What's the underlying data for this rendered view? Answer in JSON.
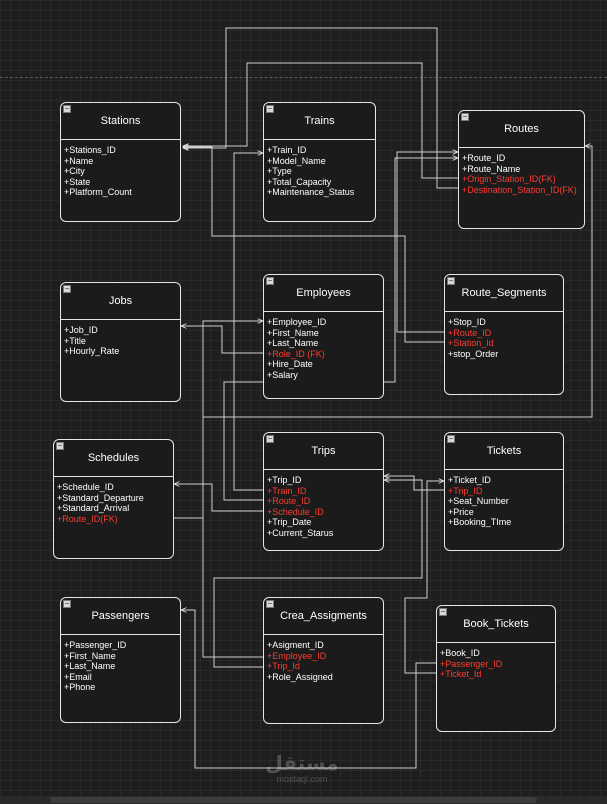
{
  "diagram": {
    "entities": {
      "stations": {
        "title": "Stations",
        "attributes": [
          {
            "text": "+Stations_ID",
            "fk": false
          },
          {
            "text": "+Name",
            "fk": false
          },
          {
            "text": "+City",
            "fk": false
          },
          {
            "text": "+State",
            "fk": false
          },
          {
            "text": "+Platform_Count",
            "fk": false
          }
        ]
      },
      "trains": {
        "title": "Trains",
        "attributes": [
          {
            "text": "+Train_ID",
            "fk": false
          },
          {
            "text": "+Model_Name",
            "fk": false
          },
          {
            "text": "+Type",
            "fk": false
          },
          {
            "text": "+Total_Capacity",
            "fk": false
          },
          {
            "text": "+Maintenance_Status",
            "fk": false
          }
        ]
      },
      "routes": {
        "title": "Routes",
        "attributes": [
          {
            "text": "+Route_ID",
            "fk": false
          },
          {
            "text": "+Route_Name",
            "fk": false
          },
          {
            "text": "+Origin_Station_ID(FK)",
            "fk": true
          },
          {
            "text": "+Destination_Station_ID(FK)",
            "fk": true
          }
        ]
      },
      "jobs": {
        "title": "Jobs",
        "attributes": [
          {
            "text": "+Job_ID",
            "fk": false
          },
          {
            "text": "+Title",
            "fk": false
          },
          {
            "text": "+Hourly_Rate",
            "fk": false
          }
        ]
      },
      "employees": {
        "title": "Employees",
        "attributes": [
          {
            "text": "+Employee_ID",
            "fk": false
          },
          {
            "text": "+First_Name",
            "fk": false
          },
          {
            "text": "+Last_Name",
            "fk": false
          },
          {
            "text": "+Role_ID (FK)",
            "fk": true
          },
          {
            "text": "+Hire_Date",
            "fk": false
          },
          {
            "text": "+Salary",
            "fk": false
          }
        ]
      },
      "route_segments": {
        "title": "Route_Segments",
        "attributes": [
          {
            "text": "+Stop_ID",
            "fk": false
          },
          {
            "text": "+Route_ID",
            "fk": true
          },
          {
            "text": "+Station_Id",
            "fk": true
          },
          {
            "text": "+stop_Order",
            "fk": false
          }
        ]
      },
      "schedules": {
        "title": "Schedules",
        "attributes": [
          {
            "text": "+Schedule_ID",
            "fk": false
          },
          {
            "text": "+Standard_Departure",
            "fk": false
          },
          {
            "text": "+Standard_Arrival",
            "fk": false
          },
          {
            "text": "+Route_ID(FK)",
            "fk": true
          }
        ]
      },
      "trips": {
        "title": "Trips",
        "attributes": [
          {
            "text": "+Trip_ID",
            "fk": false
          },
          {
            "text": "+Train_ID",
            "fk": true
          },
          {
            "text": "+Route_ID",
            "fk": true
          },
          {
            "text": "+Schedule_ID",
            "fk": true
          },
          {
            "text": "+Trip_Date",
            "fk": false
          },
          {
            "text": "+Current_Starus",
            "fk": false
          }
        ]
      },
      "tickets": {
        "title": "Tickets",
        "attributes": [
          {
            "text": "+Ticket_ID",
            "fk": false
          },
          {
            "text": "+Trip_ID",
            "fk": true
          },
          {
            "text": "+Seat_Number",
            "fk": false
          },
          {
            "text": "+Price",
            "fk": false
          },
          {
            "text": "+Booking_TIme",
            "fk": false
          }
        ]
      },
      "passengers": {
        "title": "Passengers",
        "attributes": [
          {
            "text": "+Passenger_ID",
            "fk": false
          },
          {
            "text": "+First_Name",
            "fk": false
          },
          {
            "text": "+Last_Name",
            "fk": false
          },
          {
            "text": "+Email",
            "fk": false
          },
          {
            "text": "+Phone",
            "fk": false
          }
        ]
      },
      "crew_assignments": {
        "title": "Crea_Assigments",
        "attributes": [
          {
            "text": "+Asigment_ID",
            "fk": false
          },
          {
            "text": "+Employee_ID",
            "fk": true
          },
          {
            "text": "+Trip_Id",
            "fk": true
          },
          {
            "text": "+Role_Assigned",
            "fk": false
          }
        ]
      },
      "book_tickets": {
        "title": "Book_Tickets",
        "attributes": [
          {
            "text": "+Book_ID",
            "fk": false
          },
          {
            "text": "+Passenger_ID",
            "fk": true
          },
          {
            "text": "+Ticket_Id",
            "fk": true
          }
        ]
      }
    },
    "colors": {
      "foreign_key": "#ff3b30",
      "text": "#ffffff",
      "border": "#e6e6e6",
      "connector": "#cfcfcf",
      "background": "#1e1e1e"
    },
    "collapse_glyph": "−"
  },
  "watermark": {
    "arabic": "مستقل",
    "latin": "mostaql.com"
  }
}
